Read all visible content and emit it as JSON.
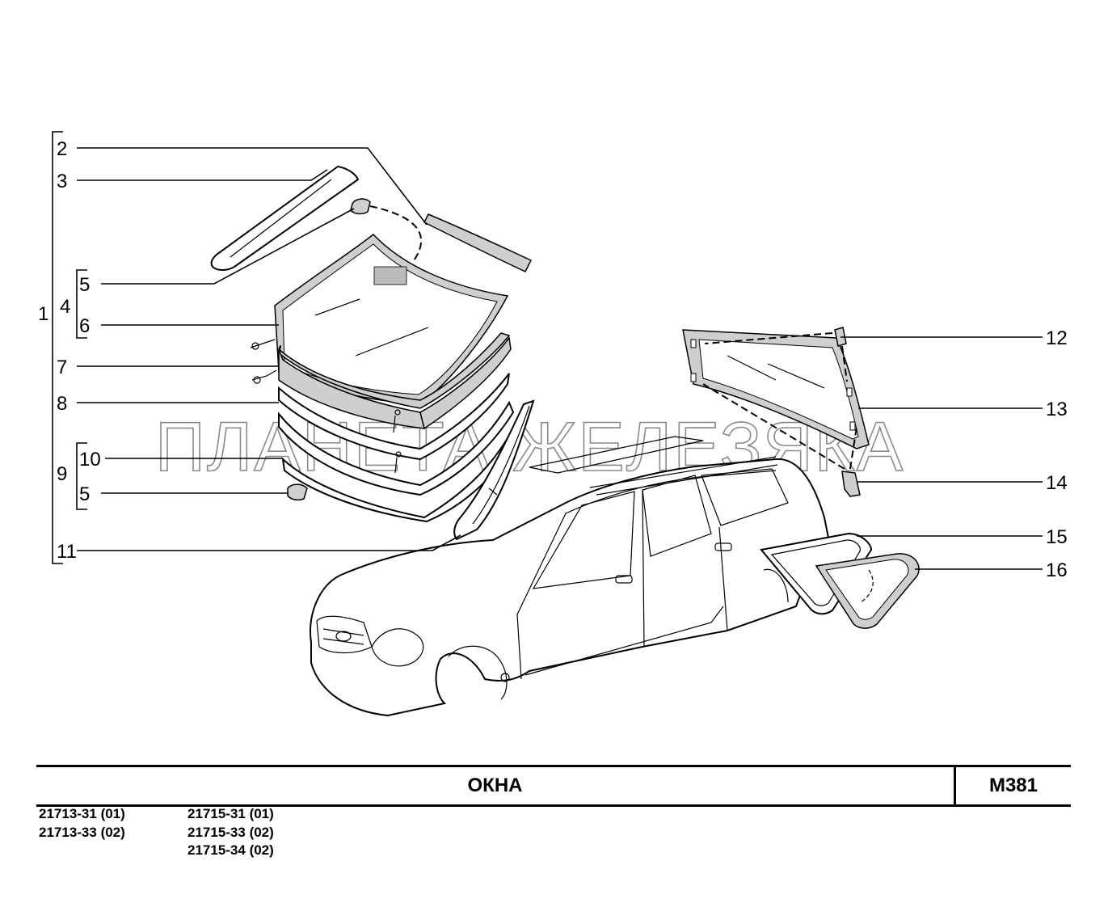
{
  "diagram": {
    "callouts": {
      "c1": "1",
      "c2": "2",
      "c3": "3",
      "c4": "4",
      "c5a": "5",
      "c6": "6",
      "c7": "7",
      "c8": "8",
      "c9": "9",
      "c10": "10",
      "c5b": "5",
      "c11": "11",
      "c12": "12",
      "c13": "13",
      "c14": "14",
      "c15": "15",
      "c16": "16"
    },
    "watermark": "ПЛАНЕТА ЖЕЛЕЗЯКА"
  },
  "title_block": {
    "title": "ОКНА",
    "code": "М381"
  },
  "models": {
    "left": [
      "21713-31 (01)",
      "21713-33 (02)"
    ],
    "right": [
      "21715-31 (01)",
      "21715-33 (02)",
      "21715-34 (02)"
    ]
  }
}
